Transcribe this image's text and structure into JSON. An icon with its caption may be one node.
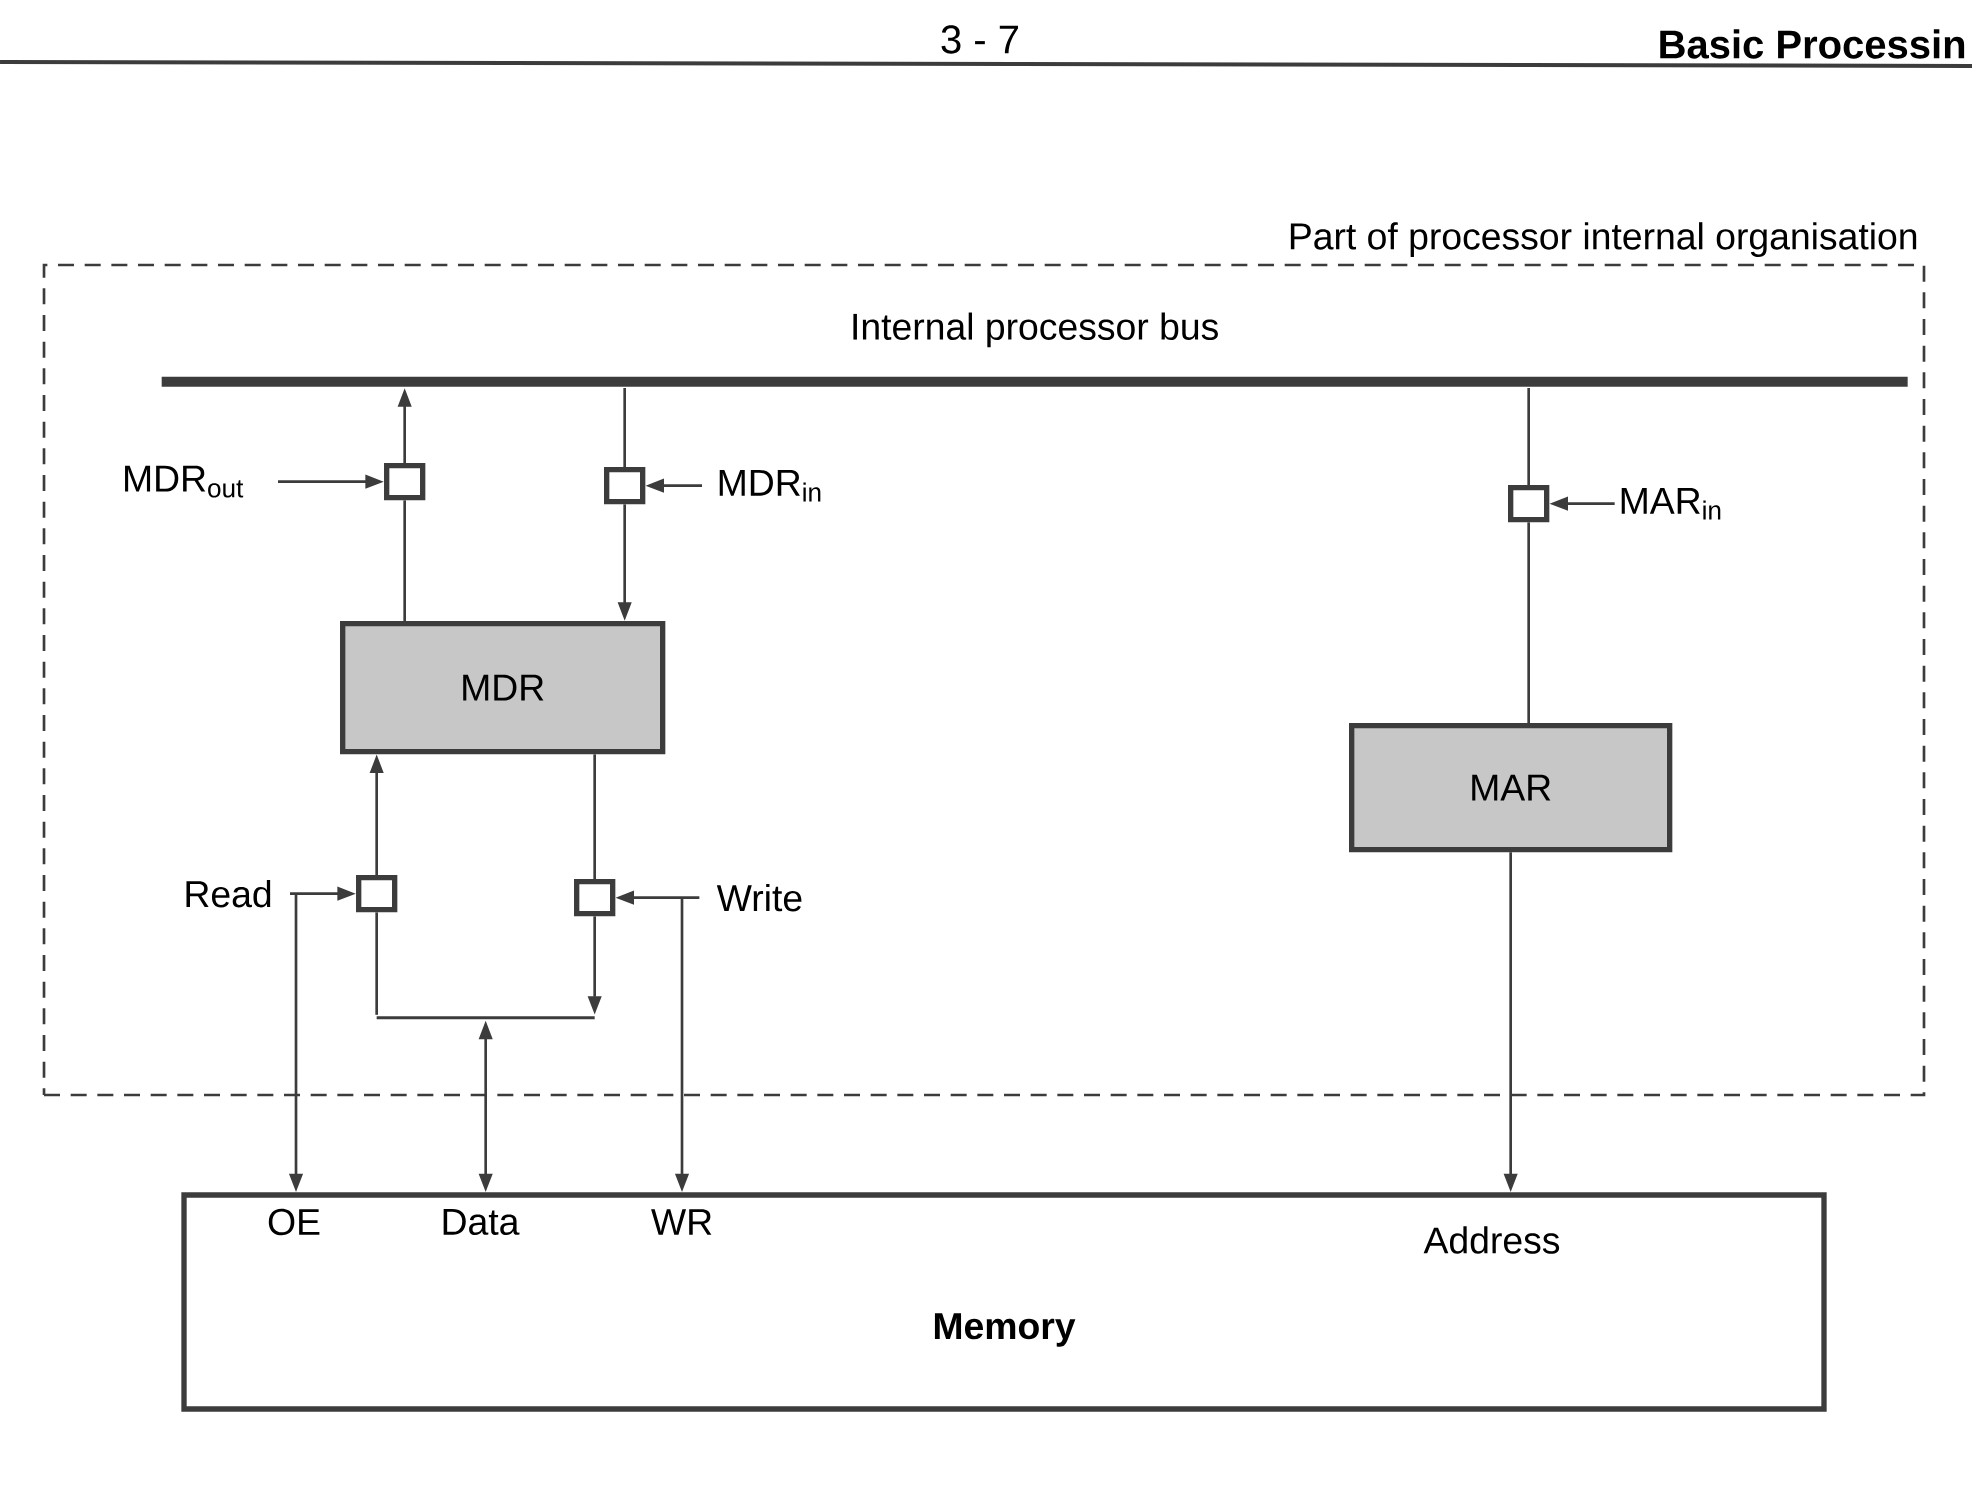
{
  "diagram": {
    "nodes": [
      {
        "text": [
          "Part of processor internal organisation"
        ]
      },
      {
        "text": [
          "Internal processor bus"
        ],
        "in": 0
      },
      {
        "text": [
          "MDR$_{out}$"
        ],
        "in": 0
      },
      {
        "text": [],
        "shape": "box",
        "in": 0
      },
      {
        "text": [],
        "shape": "box",
        "in": 0
      },
      {
        "text": [
          "MDR$_{in}$"
        ],
        "in": 0
      },
      {
        "text": [],
        "shape": "box",
        "in": 0
      },
      {
        "text": [
          "MAR$_{in}$"
        ],
        "in": 0
      },
      {
        "text": [
          "MDR"
        ],
        "in": 0
      },
      {
        "text": [
          "MAR"
        ],
        "in": 0
      },
      {
        "text": [
          "Read"
        ],
        "in": 0
      },
      {
        "text": [],
        "shape": "box",
        "in": 0
      },
      {
        "text": [],
        "shape": "box",
        "in": 0
      },
      {
        "text": [
          "Write"
        ],
        "in": 0
      },
      {
        "text": [],
        "shape": "bar",
        "in": 0
      },
      {
        "text": [
          "OE",
          "Data",
          "WR",
          "Address",
          "Memory"
        ]
      }
    ],
    "edges": [
      {
        "from": 3,
        "to": 1,
        "arrow": "to"
      },
      {
        "from": 1,
        "to": 4,
        "arrow": "none"
      },
      {
        "from": 2,
        "to": 3,
        "arrow": "to"
      },
      {
        "from": 5,
        "to": 4,
        "arrow": "to"
      },
      {
        "from": 8,
        "to": 3,
        "arrow": "none"
      },
      {
        "from": 4,
        "to": 8,
        "arrow": "to"
      },
      {
        "from": 1,
        "to": 6,
        "arrow": "none"
      },
      {
        "from": 7,
        "to": 6,
        "arrow": "to"
      },
      {
        "from": 6,
        "to": 9,
        "arrow": "none"
      },
      {
        "from": 9,
        "to": 15,
        "arrow": "to"
      },
      {
        "from": 10,
        "to": 11,
        "arrow": "to"
      },
      {
        "from": 10,
        "to": 15,
        "arrow": "to"
      },
      {
        "from": 11,
        "to": 8,
        "arrow": "to"
      },
      {
        "from": 8,
        "to": 12,
        "arrow": "none"
      },
      {
        "from": 13,
        "to": 12,
        "arrow": "to"
      },
      {
        "from": 13,
        "to": 15,
        "arrow": "to"
      },
      {
        "from": 12,
        "to": 14,
        "arrow": "to"
      },
      {
        "from": 11,
        "to": 14,
        "arrow": "none"
      },
      {
        "from": 14,
        "to": 15,
        "arrow": "both"
      }
    ],
    "labels": [
      "3 - 7",
      "Basic Processin"
    ]
  }
}
